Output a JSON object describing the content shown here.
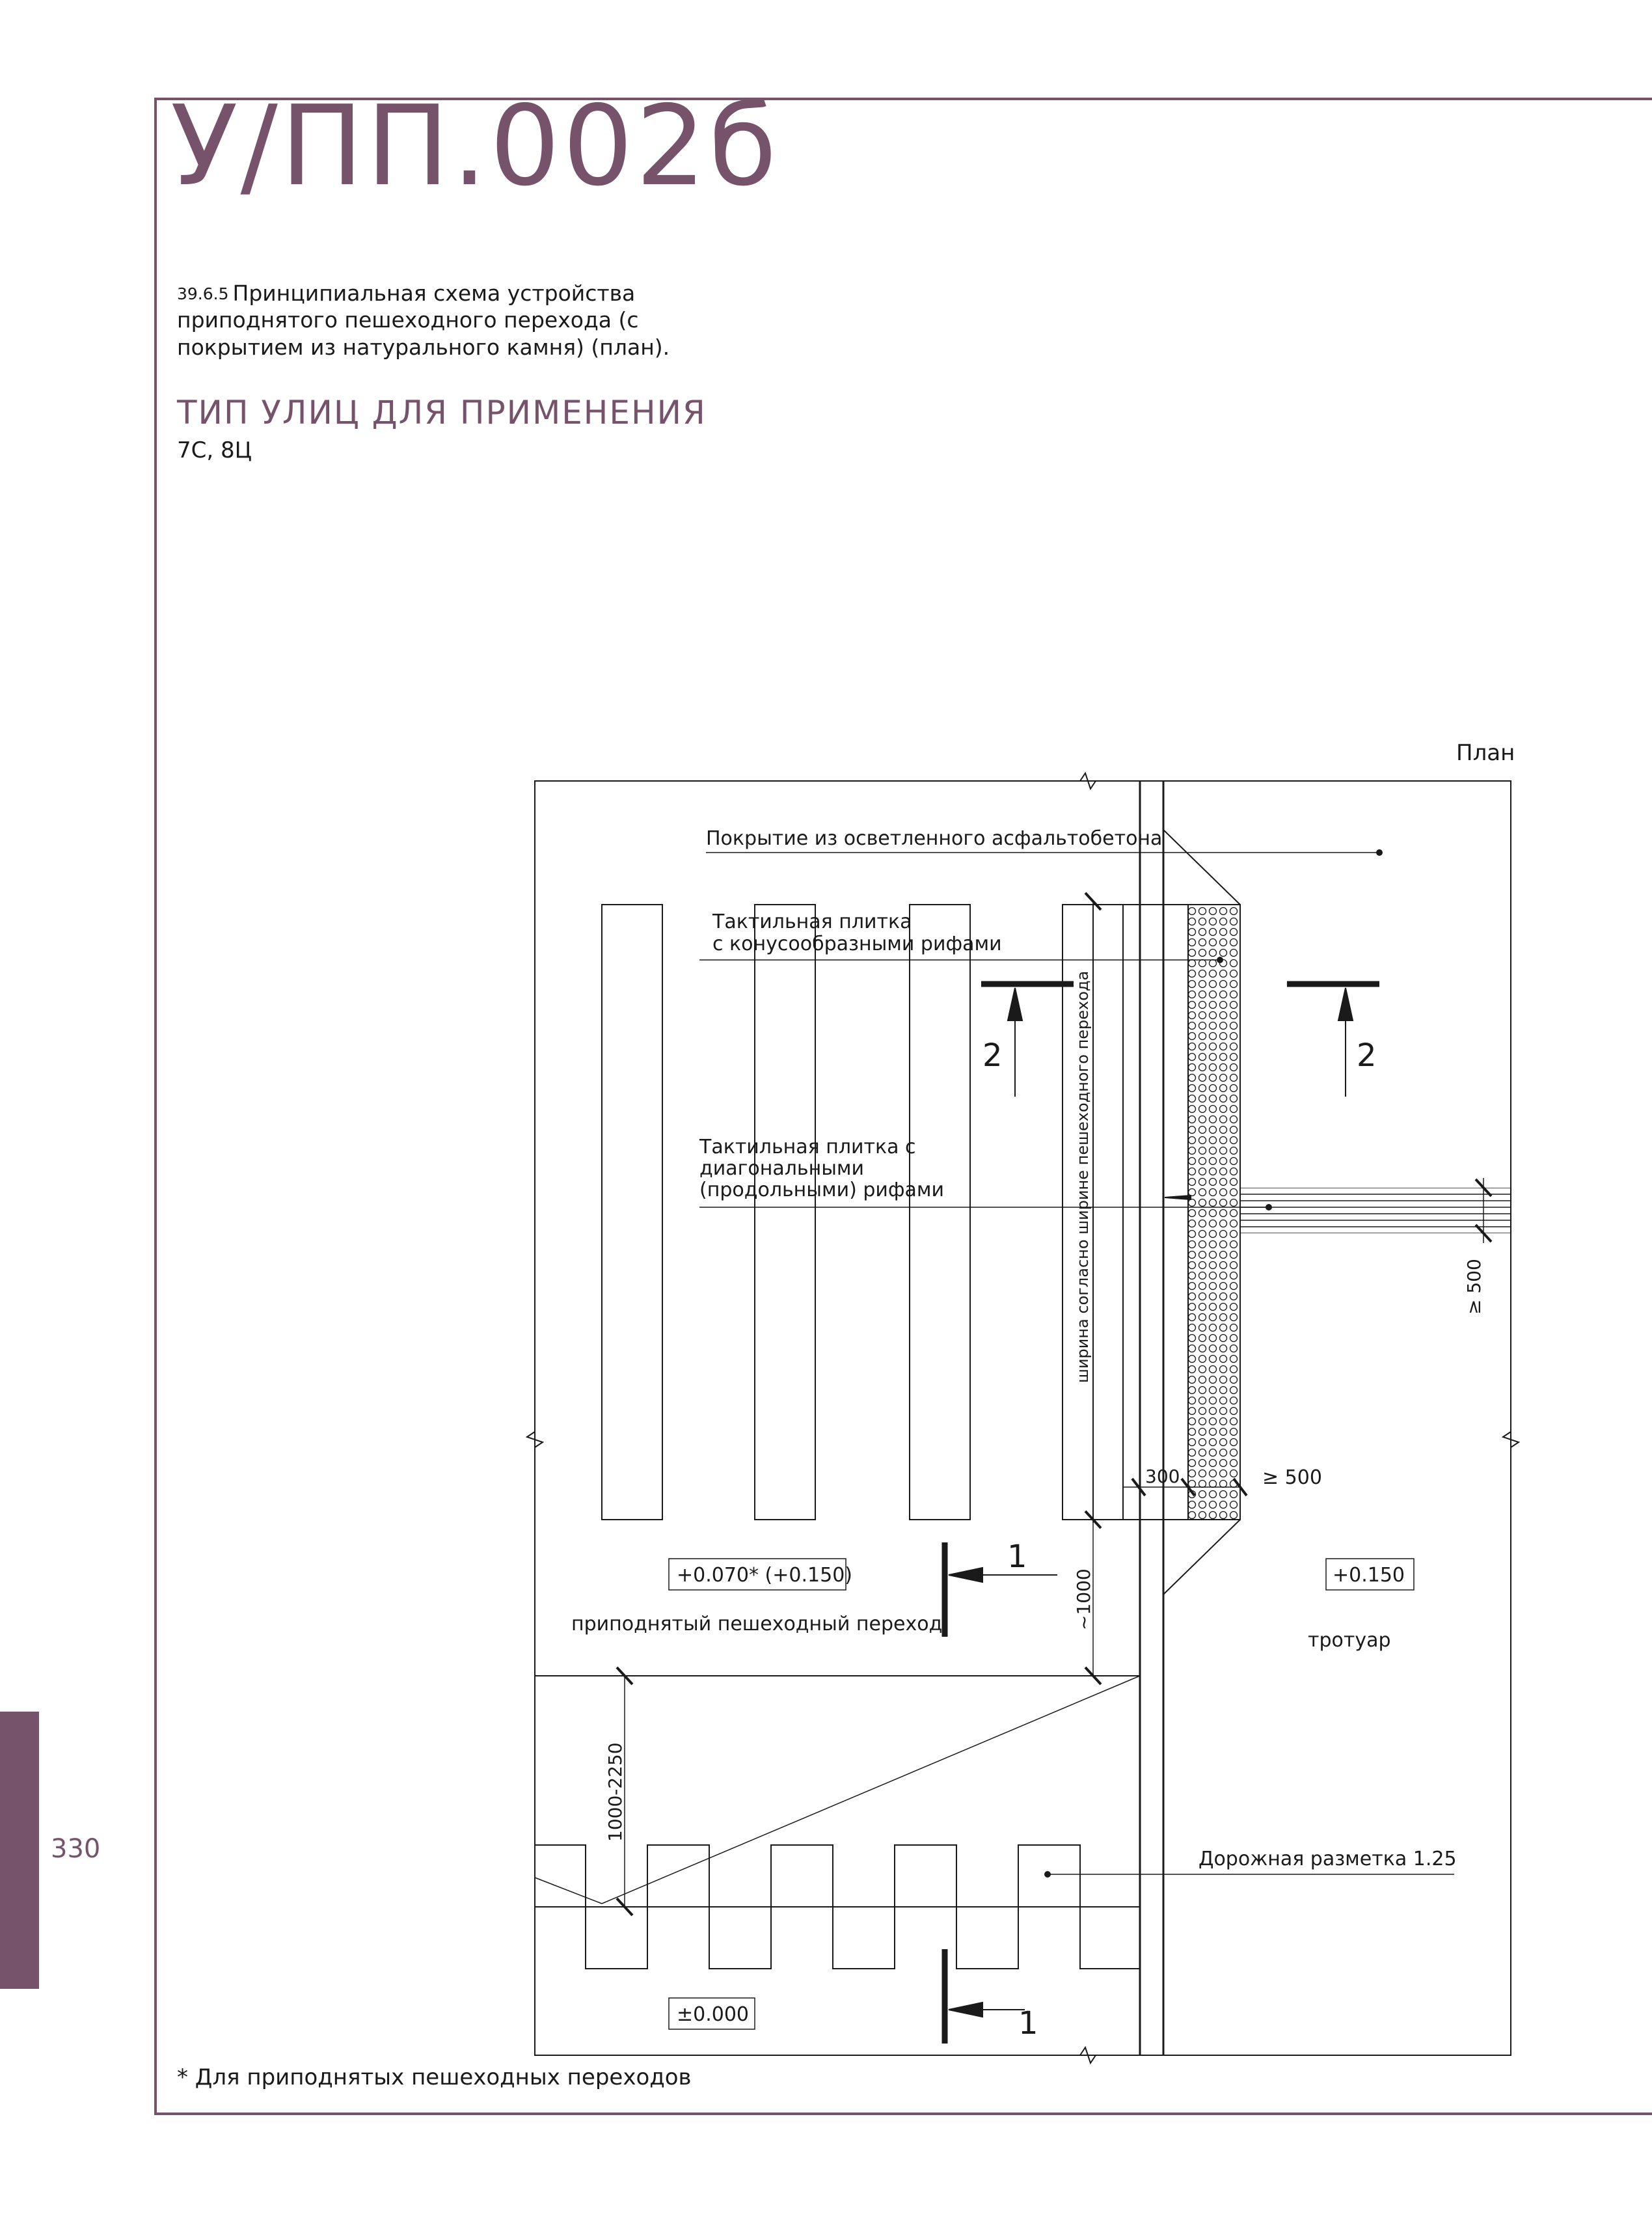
{
  "header": {
    "code": "У/ПП.002б",
    "caption_number": "39.6.5",
    "caption_text": "Принципиальная схема устройства приподнятого пешеходного перехода (с покрытием из натурального камня) (план).",
    "type_title": "ТИП УЛИЦ ДЛЯ ПРИМЕНЕНИЯ",
    "type_value": "7С, 8Ц"
  },
  "page_number": "330",
  "footnote": "* Для приподнятых пешеходных переходов",
  "colors": {
    "accent": "#76526b",
    "line": "#1a1a1a"
  },
  "diagram": {
    "title": "План",
    "labels": {
      "asphalt": "Покрытие из осветленного асфальтобетона",
      "tactile_cone_1": "Тактильная плитка",
      "tactile_cone_2": "с конусообразными рифами",
      "tactile_diag_1": "Тактильная плитка с",
      "tactile_diag_2": "диагональными",
      "tactile_diag_3": "(продольными) рифами",
      "width_note": "ширина согласно ширине пешеходного перехода",
      "raised_crossing": "приподнятый пешеходный переход",
      "sidewalk": "тротуар",
      "road_marking": "Дорожная разметка 1.25"
    },
    "elevations": {
      "crossing": "+0.070* (+0.150)",
      "sidewalk": "+0.150",
      "road": "±0.000"
    },
    "dimensions": {
      "d300": "300",
      "d500_h": "≥ 500",
      "d500_v": "≥ 500",
      "d1000": "~1000",
      "d1000_2250": "1000-2250"
    },
    "section_marks": {
      "s1_top": "1",
      "s1_bottom": "1",
      "s2_left": "2",
      "s2_right": "2"
    }
  }
}
